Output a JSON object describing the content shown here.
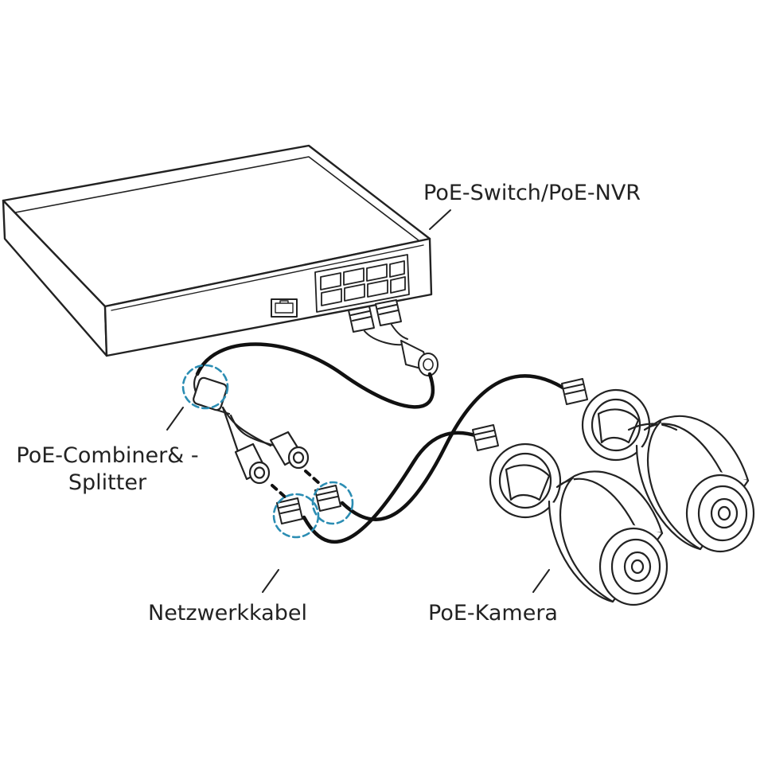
{
  "labels": {
    "switch": "PoE-Switch/PoE-NVR",
    "combiner_line1": "PoE-Combiner& -",
    "combiner_line2": "Splitter",
    "cable": "Netzwerkkabel",
    "camera": "PoE-Kamera"
  },
  "colors": {
    "outline": "#222222",
    "cable": "#111111",
    "highlight": "#2b8db3",
    "background": "#ffffff"
  },
  "components": {
    "switch_ports_front": 8,
    "uplink_port": 1,
    "cameras": 2,
    "highlight_circles": 3
  },
  "icons": [
    "poe-switch-icon",
    "ethernet-port-icon",
    "rj45-plug-icon",
    "splitter-icon",
    "bullet-camera-icon"
  ]
}
